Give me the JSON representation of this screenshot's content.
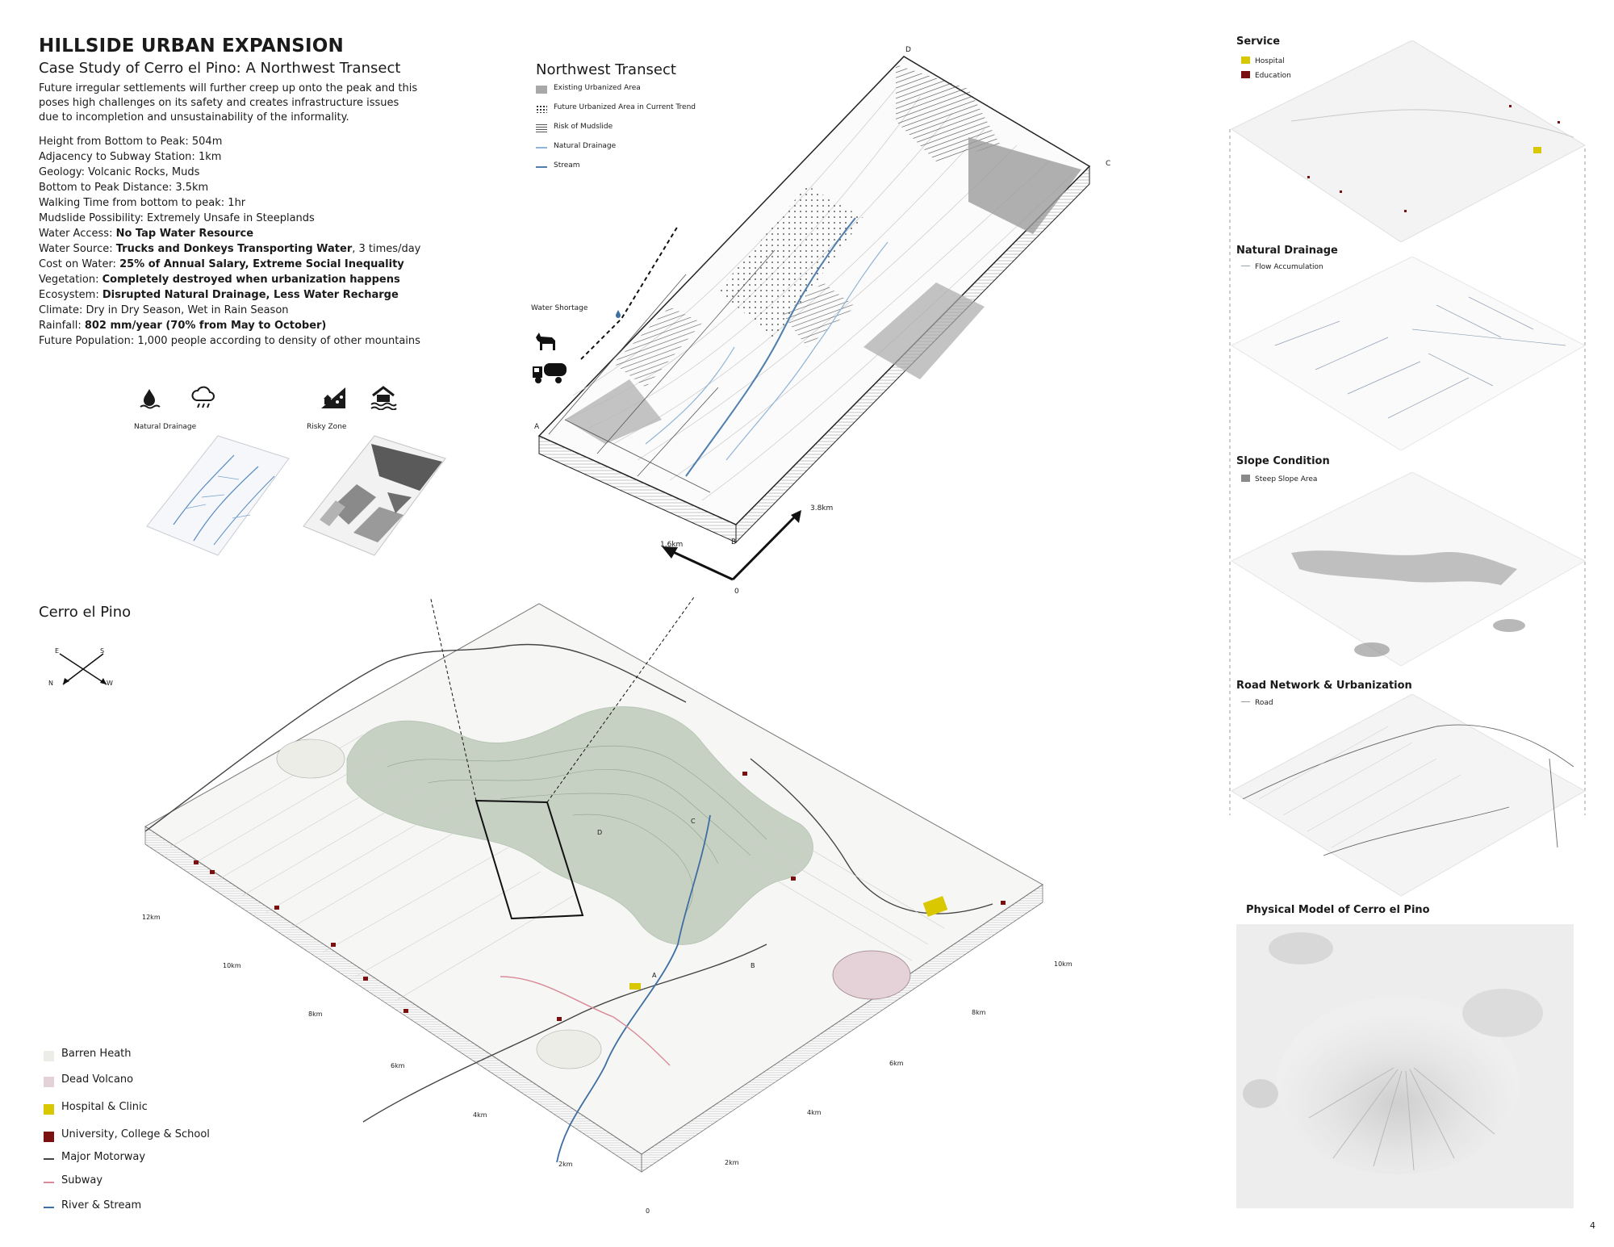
{
  "header": {
    "title": "HILLSIDE URBAN EXPANSION",
    "subtitle": "Case Study of Cerro el Pino: A Northwest Transect",
    "intro_lines": [
      "Future irregular settlements will further creep up onto the peak and this",
      "poses high challenges on its safety and creates infrastructure issues",
      "due to incompletion and unsustainability of the informality."
    ]
  },
  "facts": [
    {
      "label": "Height from Bottom to Peak: ",
      "value": "504m",
      "bold": false
    },
    {
      "label": "Adjacency to Subway Station: ",
      "value": "1km",
      "bold": false
    },
    {
      "label": "Geology: ",
      "value": "Volcanic Rocks, Muds",
      "bold": false
    },
    {
      "label": "Bottom to Peak Distance: ",
      "value": "3.5km",
      "bold": false
    },
    {
      "label": "Walking Time from bottom to peak: ",
      "value": "1hr",
      "bold": false
    },
    {
      "label": "Mudslide Possibility: ",
      "value": "Extremely Unsafe in Steeplands",
      "bold": false
    },
    {
      "label": "Water Access: ",
      "value": "No Tap Water Resource",
      "bold": true
    },
    {
      "label": "Water Source: ",
      "value": "Trucks and Donkeys Transporting Water",
      "bold": true,
      "suffix": ", 3 times/day"
    },
    {
      "label": "Cost on Water: ",
      "value": "25% of Annual Salary, Extreme Social Inequality",
      "bold": true
    },
    {
      "label": "Vegetation: ",
      "value": "Completely destroyed when urbanization happens",
      "bold": true
    },
    {
      "label": "Ecosystem: ",
      "value": "Disrupted Natural Drainage, Less Water Recharge",
      "bold": true
    },
    {
      "label": "Climate: ",
      "value": "Dry in Dry Season, Wet in Rain Season",
      "bold": false
    },
    {
      "label": "Rainfall: ",
      "value": "802 mm/year (70% from May to October)",
      "bold": true
    },
    {
      "label": "Future Population: ",
      "value": "1,000 people according to density of other mountains",
      "bold": false
    }
  ],
  "small_maps": {
    "drainage_label": "Natural Drainage",
    "risky_label": "Risky Zone",
    "icons": [
      "water-drop-icon",
      "rain-cloud-icon",
      "landslide-icon",
      "flood-house-icon"
    ]
  },
  "transect": {
    "title": "Northwest Transect",
    "legend": [
      {
        "label": "Existing Urbanized Area",
        "swatch": "#a8a8a8",
        "kind": "solid"
      },
      {
        "label": "Future Urbanized Area in Current Trend",
        "swatch": "#222222",
        "kind": "dots"
      },
      {
        "label": "Risk of Mudslide",
        "swatch": "#555555",
        "kind": "hatch"
      },
      {
        "label": "Natural Drainage",
        "swatch": "#8fb4d6",
        "kind": "line"
      },
      {
        "label": "Stream",
        "swatch": "#4f7fae",
        "kind": "line"
      }
    ],
    "water_shortage_label": "Water Shortage",
    "icons": [
      "donkey-icon",
      "water-truck-icon",
      "water-drop-icon"
    ],
    "corners": {
      "a": "A",
      "b": "B",
      "c": "C",
      "d": "D"
    },
    "dim_width": "1.6km",
    "dim_length": "3.8km",
    "dim_origin": "0"
  },
  "main_map": {
    "title": "Cerro el Pino",
    "compass": {
      "e": "E",
      "s": "S",
      "n": "N",
      "w": "W"
    },
    "left_axis": [
      "12km",
      "10km",
      "8km",
      "6km",
      "4km",
      "2km",
      "0"
    ],
    "right_axis": [
      "10km",
      "8km",
      "6km",
      "4km",
      "2km"
    ],
    "box_corners": {
      "a": "A",
      "b": "B",
      "c": "C",
      "d": "D"
    },
    "legend": [
      {
        "label": "Barren Heath",
        "color": "#ecede6",
        "kind": "swatch"
      },
      {
        "label": "Dead Volcano",
        "color": "#e4d2d8",
        "kind": "swatch"
      },
      {
        "label": "Hospital & Clinic",
        "color": "#d9c800",
        "kind": "swatch"
      },
      {
        "label": "University, College & School",
        "color": "#7a1010",
        "kind": "swatch"
      },
      {
        "label": "Major Motorway",
        "color": "#444444",
        "kind": "line"
      },
      {
        "label": "Subway",
        "color": "#d98a96",
        "kind": "line"
      },
      {
        "label": "River & Stream",
        "color": "#3e6fa3",
        "kind": "line"
      }
    ]
  },
  "panels": {
    "service": {
      "title": "Service",
      "legend": [
        {
          "label": "Hospital",
          "color": "#d9c800"
        },
        {
          "label": "Education",
          "color": "#7a1010"
        }
      ]
    },
    "drainage": {
      "title": "Natural Drainage",
      "legend": [
        {
          "label": "Flow Accumulation",
          "color": "#9aa3ad"
        }
      ]
    },
    "slope": {
      "title": "Slope Condition",
      "legend": [
        {
          "label": "Steep Slope Area",
          "color": "#8a8a8a"
        }
      ]
    },
    "road": {
      "title": "Road Network & Urbanization",
      "legend": [
        {
          "label": "Road",
          "color": "#9a9a9a"
        }
      ]
    },
    "model_title": "Physical Model of Cerro el Pino"
  },
  "page_number": "4",
  "colors": {
    "hill_green": "#9fb39c",
    "map_base": "#f6f6f4",
    "river": "#3e6fa3",
    "hospital": "#d9c800",
    "education": "#7a1010"
  }
}
